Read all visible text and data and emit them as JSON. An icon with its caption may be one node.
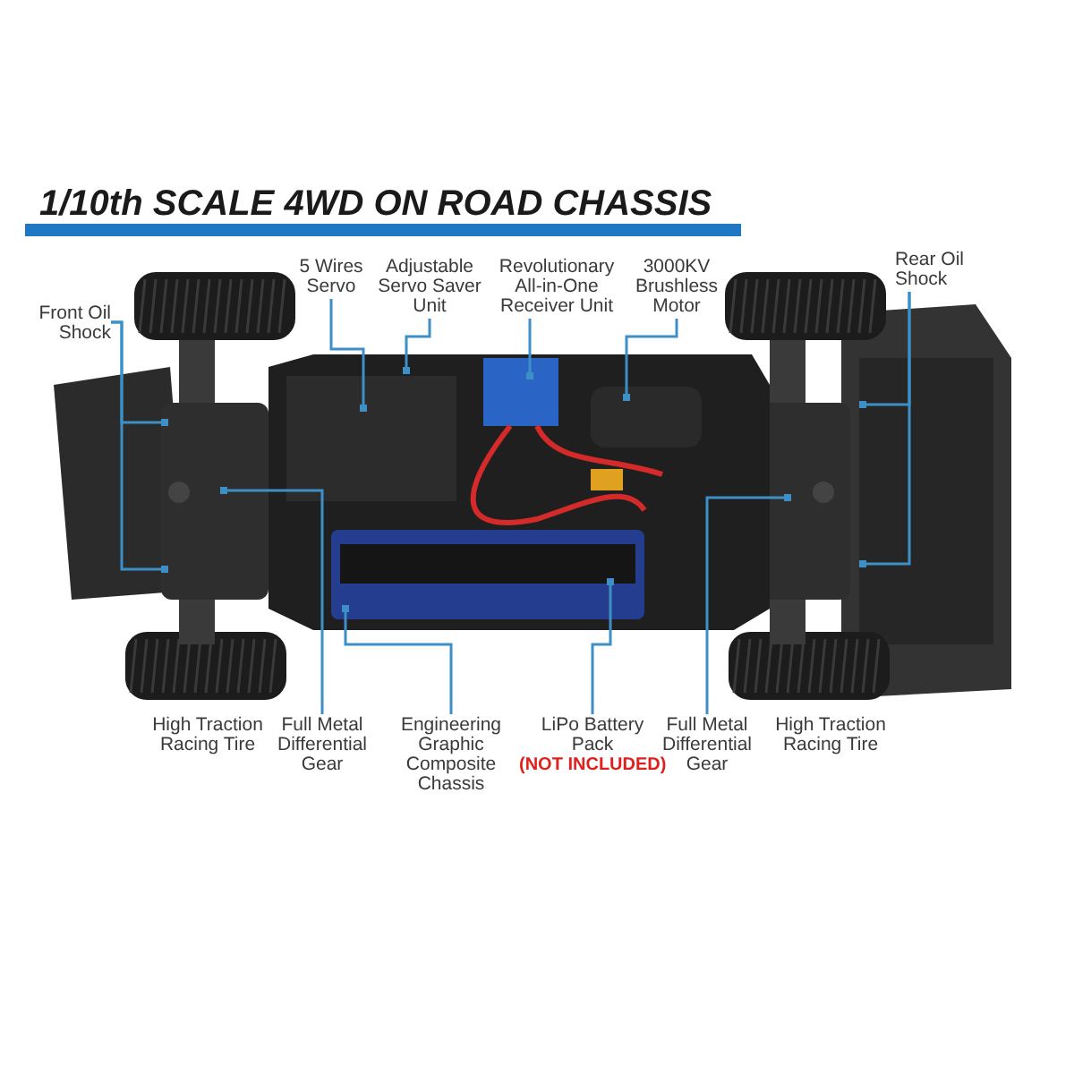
{
  "diagram": {
    "title": "1/10th SCALE 4WD ON ROAD CHASSIS",
    "nodes": [
      {
        "text": [
          "Front Oil Shock"
        ]
      },
      {
        "text": [
          "5 Wires Servo"
        ]
      },
      {
        "text": [
          "Adjustable Servo Saver Unit"
        ]
      },
      {
        "text": [
          "Revolutionary All-in-One Receiver Unit"
        ]
      },
      {
        "text": [
          "3000KV Brushless Motor"
        ]
      },
      {
        "text": [
          "Rear Oil Shock"
        ]
      },
      {
        "text": [
          "High Traction Racing Tire"
        ]
      },
      {
        "text": [
          "Full Metal Differential Gear"
        ]
      },
      {
        "text": [
          "Engineering Graphic Composite Chassis"
        ]
      },
      {
        "text": [
          "LiPo Battery Pack",
          "(NOT INCLUDED)"
        ]
      },
      {
        "text": [
          "Full Metal Differential Gear"
        ]
      },
      {
        "text": [
          "High Traction Racing Tire"
        ]
      }
    ],
    "edges": [
      {
        "from": 0,
        "to": null,
        "arrow": "other"
      },
      {
        "from": 0,
        "to": null,
        "arrow": "other"
      },
      {
        "from": 1,
        "to": null,
        "arrow": "other"
      },
      {
        "from": 2,
        "to": null,
        "arrow": "other"
      },
      {
        "from": 3,
        "to": null,
        "arrow": "other"
      },
      {
        "from": 4,
        "to": null,
        "arrow": "other"
      },
      {
        "from": 5,
        "to": null,
        "arrow": "other"
      },
      {
        "from": 5,
        "to": null,
        "arrow": "other"
      },
      {
        "from": 7,
        "to": null,
        "arrow": "other"
      },
      {
        "from": 8,
        "to": null,
        "arrow": "other"
      },
      {
        "from": 9,
        "to": null,
        "arrow": "other"
      },
      {
        "from": 10,
        "to": null,
        "arrow": "other"
      }
    ]
  }
}
